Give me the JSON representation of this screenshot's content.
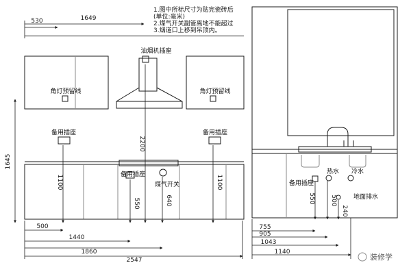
{
  "notes": {
    "line1": "1.图中所标尺寸为贴完瓷砖后",
    "line2": "(单位:毫米)",
    "line3": "2.煤气开关副管离地不能超过",
    "line4": "3.烟道口上移到吊顶内。"
  },
  "front_view": {
    "dims": {
      "d530": "530",
      "d1649": "1649",
      "d1645": "1645",
      "d2200": "2200",
      "d1100_left": "1100",
      "d1100_right": "1100",
      "d550": "550",
      "d640": "640",
      "d500": "500",
      "d1440": "1440",
      "d1860": "1860",
      "d2547": "2547"
    },
    "labels": {
      "hood_socket": "油烟机插座",
      "corner_light_left": "角灯预留线",
      "corner_light_right": "角灯预留线",
      "spare_socket_left": "备用插座",
      "spare_socket_right": "备用插座",
      "spare_socket_lower": "备用插座",
      "gas_switch": "煤气开关"
    }
  },
  "side_view": {
    "dims": {
      "d550": "550",
      "d500": "500",
      "d240": "240",
      "d755": "755",
      "d905": "905",
      "d1043": "1043",
      "d1140": "1140"
    },
    "labels": {
      "hot_water": "热水",
      "cold_water": "冷水",
      "spare_socket": "备用插座",
      "floor_drain": "地面排水"
    }
  },
  "watermark": {
    "text": "装修学"
  },
  "colors": {
    "line": "#1a1a1a",
    "light_line": "#8a8a8a",
    "background": "#ffffff"
  }
}
